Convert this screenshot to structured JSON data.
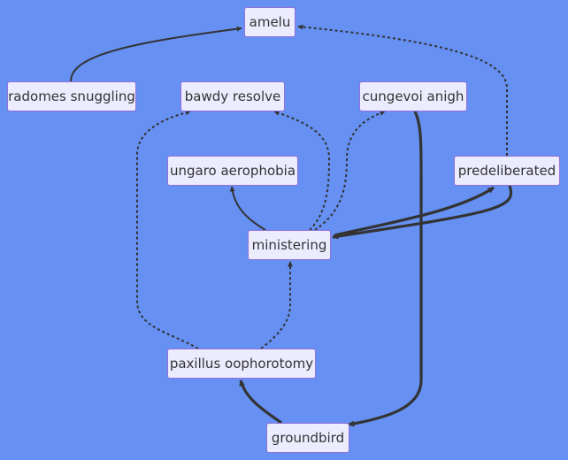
{
  "nodes": {
    "amelu": "amelu",
    "radomes_snuggling": "radomes snuggling",
    "bawdy_resolve": "bawdy resolve",
    "cungevoi_anigh": "cungevoi anigh",
    "predeliberated": "predeliberated",
    "ungaro_aerophobia": "ungaro aerophobia",
    "ministering": "ministering",
    "paxillus_oophorotomy": "paxillus oophorotomy",
    "groundbird": "groundbird"
  },
  "edges": [
    {
      "from": "radomes_snuggling",
      "to": "amelu",
      "style": "solid"
    },
    {
      "from": "predeliberated",
      "to": "amelu",
      "style": "dotted"
    },
    {
      "from": "ministering",
      "to": "ungaro_aerophobia",
      "style": "solid"
    },
    {
      "from": "ministering",
      "to": "bawdy_resolve",
      "style": "dotted"
    },
    {
      "from": "ministering",
      "to": "cungevoi_anigh",
      "style": "dotted"
    },
    {
      "from": "ministering",
      "to": "predeliberated",
      "style": "thick"
    },
    {
      "from": "predeliberated",
      "to": "ministering",
      "style": "thick"
    },
    {
      "from": "cungevoi_anigh",
      "to": "groundbird",
      "style": "thick"
    },
    {
      "from": "groundbird",
      "to": "paxillus_oophorotomy",
      "style": "thick"
    },
    {
      "from": "paxillus_oophorotomy",
      "to": "ministering",
      "style": "dotted"
    },
    {
      "from": "paxillus_oophorotomy",
      "to": "bawdy_resolve",
      "style": "dotted"
    }
  ],
  "colors": {
    "background": "#6690f2",
    "node_fill": "#ececff",
    "node_border": "#9370db",
    "edge": "#333333",
    "text": "#333333"
  }
}
